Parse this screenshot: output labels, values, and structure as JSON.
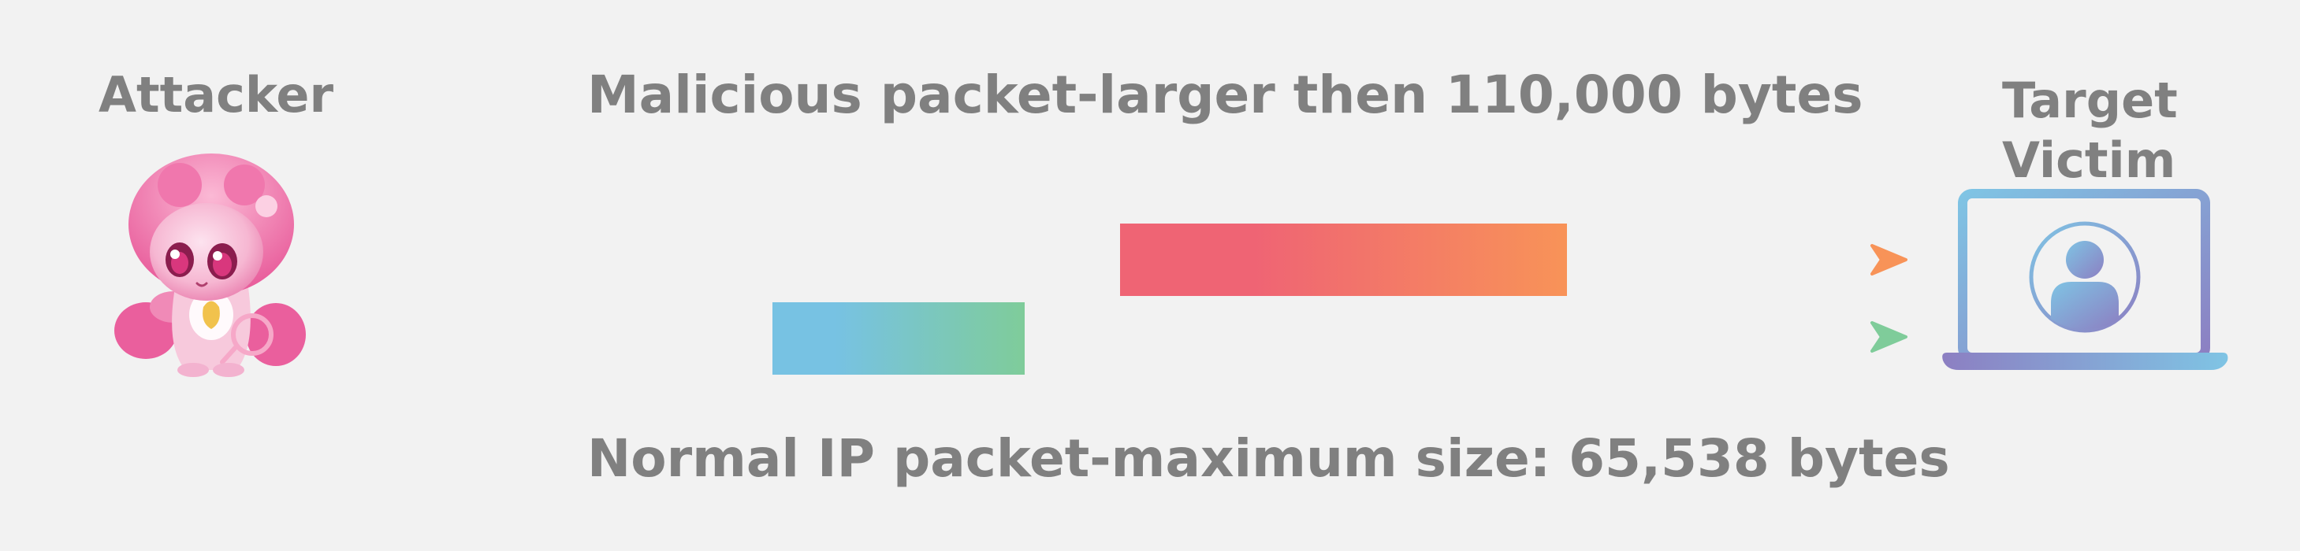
{
  "attacker": {
    "label": "Attacker"
  },
  "target": {
    "line1": "Target",
    "line2": "Victim"
  },
  "malicious_packet": {
    "caption": "Malicious packet-larger then 110,000 bytes",
    "colors": {
      "start": "#ef6474",
      "end": "#f89358"
    }
  },
  "normal_packet": {
    "caption": "Normal IP packet-maximum size: 65,538 bytes",
    "colors": {
      "start": "#77c2e3",
      "end": "#7fcc9a"
    }
  },
  "icons": {
    "attacker": "pink-cartoon-character-icon",
    "target": "laptop-user-icon"
  },
  "colors": {
    "background": "#f2f2f2",
    "text": "#808080",
    "laptop_gradient_start": "#8c7fc2",
    "laptop_gradient_end": "#7fc4e4"
  }
}
